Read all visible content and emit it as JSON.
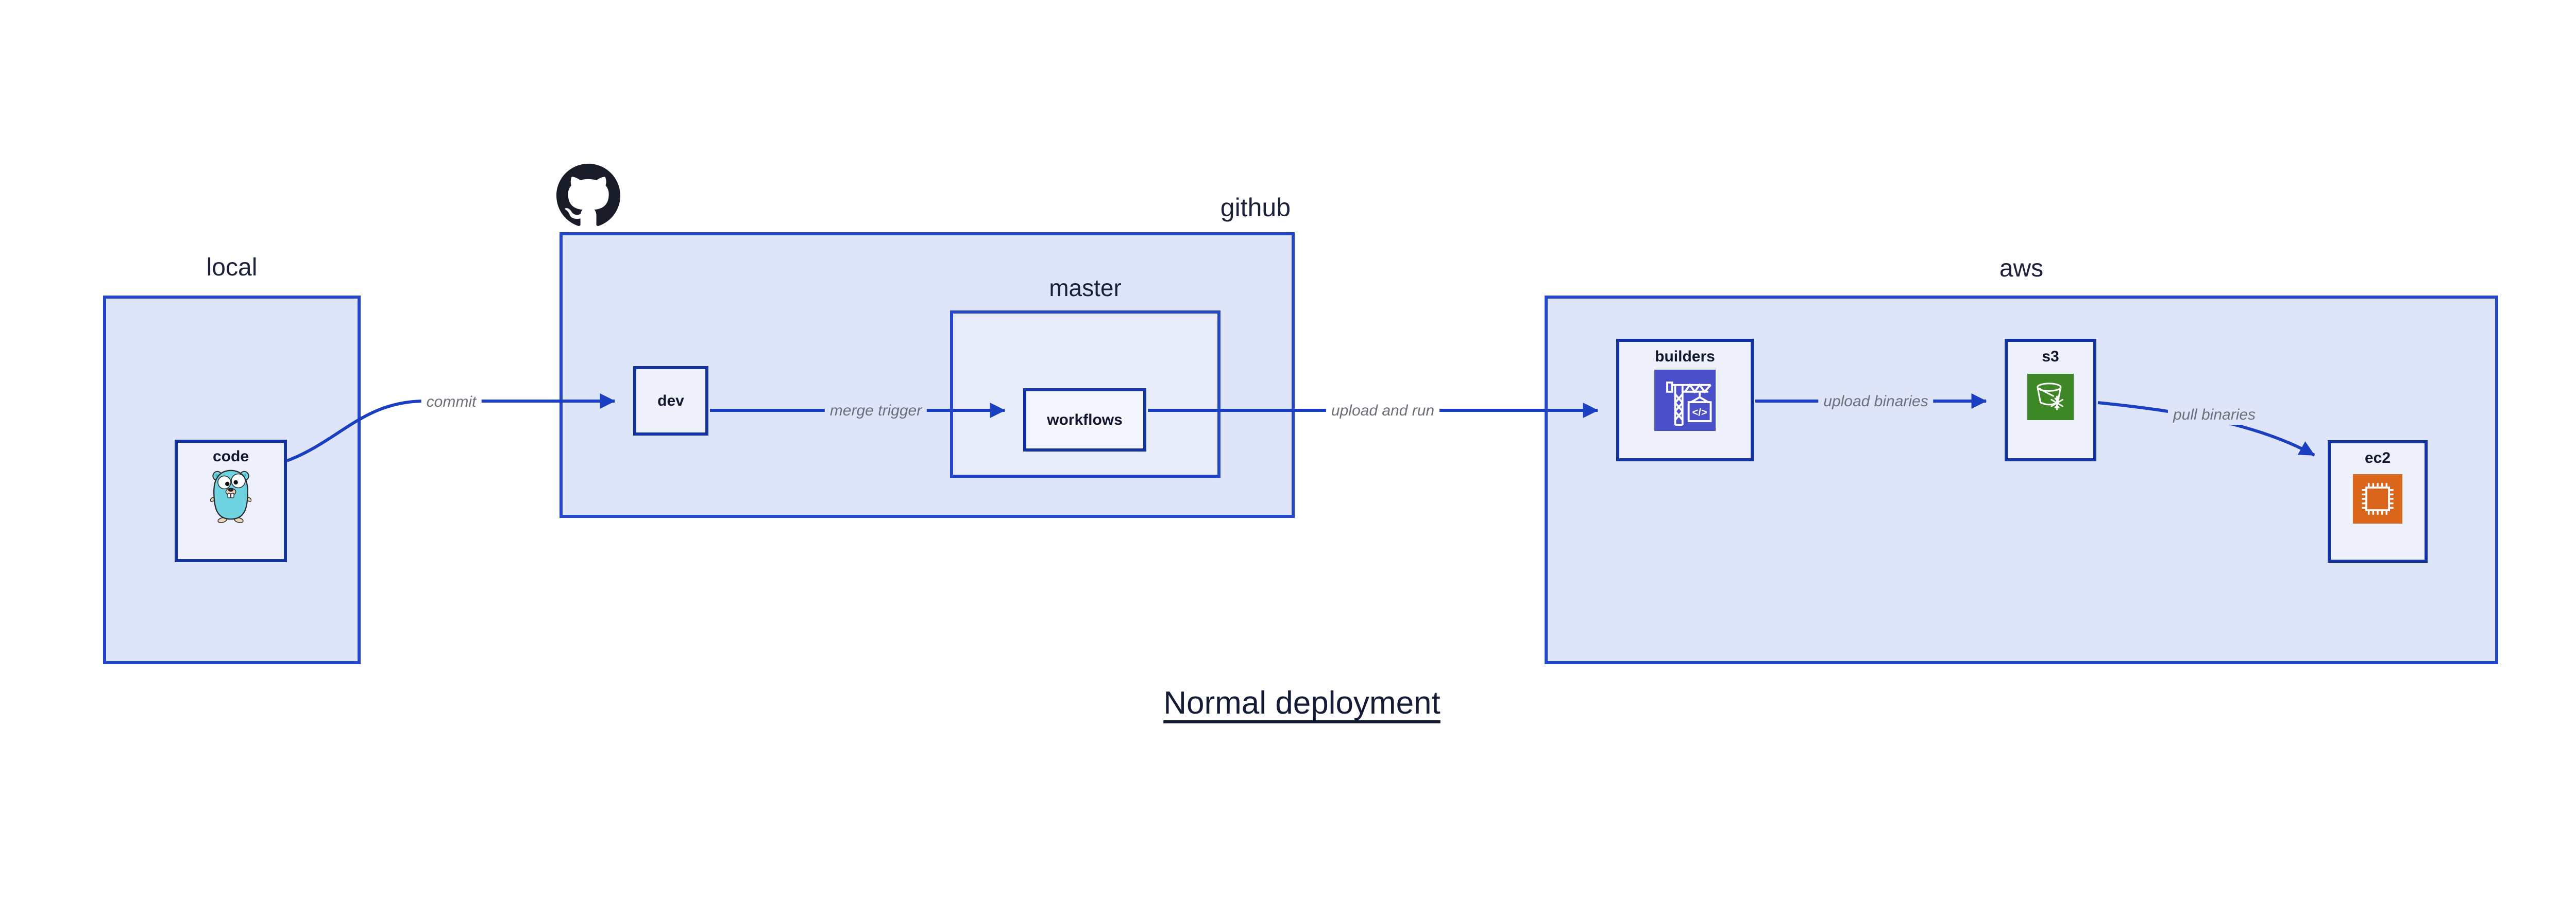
{
  "title": "Normal deployment",
  "containers": {
    "local": {
      "label": "local"
    },
    "github": {
      "label": "github",
      "logo": "github-octocat-logo"
    },
    "master": {
      "label": "master"
    },
    "aws": {
      "label": "aws"
    }
  },
  "nodes": {
    "code": {
      "label": "code",
      "icon": "go-gopher-icon"
    },
    "dev": {
      "label": "dev"
    },
    "workflows": {
      "label": "workflows"
    },
    "builders": {
      "label": "builders",
      "icon": "aws-codebuild-crane-icon",
      "icon_text": "</>"
    },
    "s3": {
      "label": "s3",
      "icon": "aws-s3-glacier-bucket-icon"
    },
    "ec2": {
      "label": "ec2",
      "icon": "aws-ec2-chip-icon"
    }
  },
  "edges": {
    "commit": {
      "label": "commit",
      "from": "code",
      "to": "dev"
    },
    "merge_trigger": {
      "label": "merge trigger",
      "from": "dev",
      "to": "workflows"
    },
    "upload_and_run": {
      "label": "upload and run",
      "from": "workflows",
      "to": "builders"
    },
    "upload_binaries": {
      "label": "upload binaries",
      "from": "builders",
      "to": "s3"
    },
    "pull_binaries": {
      "label": "pull binaries",
      "from": "s3",
      "to": "ec2"
    }
  },
  "colors": {
    "container_fill": "#dee5f8",
    "container_border": "#2447c9",
    "master_fill": "#e9edfa",
    "node_fill": "#eef1fc",
    "node_border": "#1233a0",
    "workflows_fill": "#f4f6fe",
    "arrow": "#1b3fc1",
    "edge_label_color": "#6b7079",
    "dark_text": "#1a2138",
    "node_text": "#10172f",
    "title_color": "#141b35",
    "codebuild_purple": "#4b50c9",
    "s3_green": "#3e8727",
    "ec2_orange": "#d9661a",
    "gopher_teal": "#6fd4e1",
    "octocat_black": "#171c28"
  }
}
